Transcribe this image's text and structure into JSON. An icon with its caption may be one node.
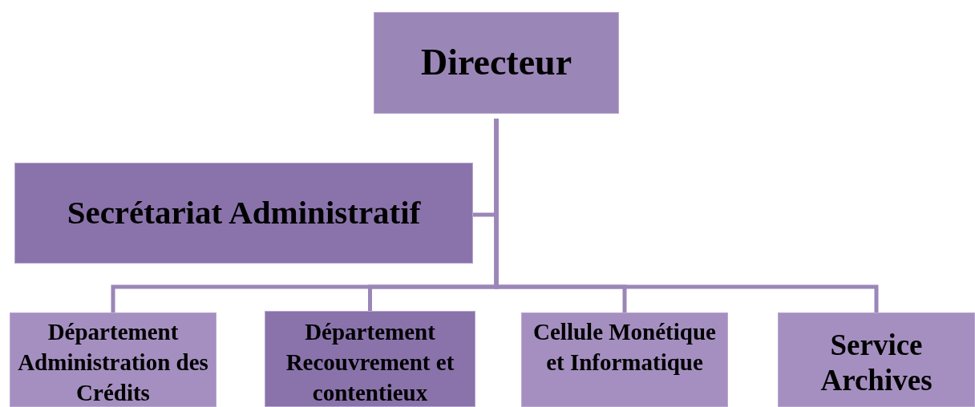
{
  "diagram": {
    "nodes": [
      {
        "text": [
          "Directeur"
        ]
      },
      {
        "text": [
          "Secrétariat Administratif"
        ]
      },
      {
        "text": [
          "Département Administration des Crédits"
        ]
      },
      {
        "text": [
          "Département Recouvrement et contentieux"
        ]
      },
      {
        "text": [
          "Cellule Monétique et Informatique"
        ]
      },
      {
        "text": [
          "Service Archives"
        ]
      }
    ],
    "edges": [
      {
        "from": 0,
        "to": 1,
        "arrow": "none"
      },
      {
        "from": 0,
        "to": 2,
        "arrow": "none"
      },
      {
        "from": 0,
        "to": 3,
        "arrow": "none"
      },
      {
        "from": 0,
        "to": 4,
        "arrow": "none"
      },
      {
        "from": 0,
        "to": 5,
        "arrow": "none"
      }
    ]
  }
}
